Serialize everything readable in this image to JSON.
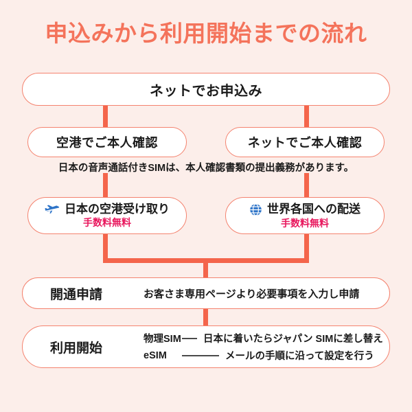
{
  "page": {
    "title": "申込みから利用開始までの流れ",
    "background_color": "#FCEEEA",
    "accent_color": "#F4735B",
    "connector_color": "#F4654B",
    "free_badge_color": "#E8175D",
    "icon_color": "#2E74C8"
  },
  "flow": {
    "step_apply": {
      "label": "ネットでお申込み"
    },
    "branch_verify": {
      "left": {
        "label": "空港でご本人確認"
      },
      "right": {
        "label": "ネットでご本人確認"
      }
    },
    "note": "日本の音声通話付きSIMは、本人確認書類の提出義務があります。",
    "branch_delivery": {
      "left": {
        "icon": "airplane-icon",
        "label": "日本の空港受け取り",
        "badge": "手数料無料"
      },
      "right": {
        "icon": "globe-icon",
        "label": "世界各国への配送",
        "badge": "手数料無料"
      }
    },
    "step_activation": {
      "key": "開通申請",
      "desc": "お客さま専用ページより必要事項を入力し申請"
    },
    "step_start": {
      "key": "利用開始",
      "rows": [
        {
          "key": "物理SIM",
          "desc": "日本に着いたらジャパン SIMに差し替え"
        },
        {
          "key": "eSIM",
          "desc": "メールの手順に沿って設定を行う"
        }
      ]
    }
  }
}
